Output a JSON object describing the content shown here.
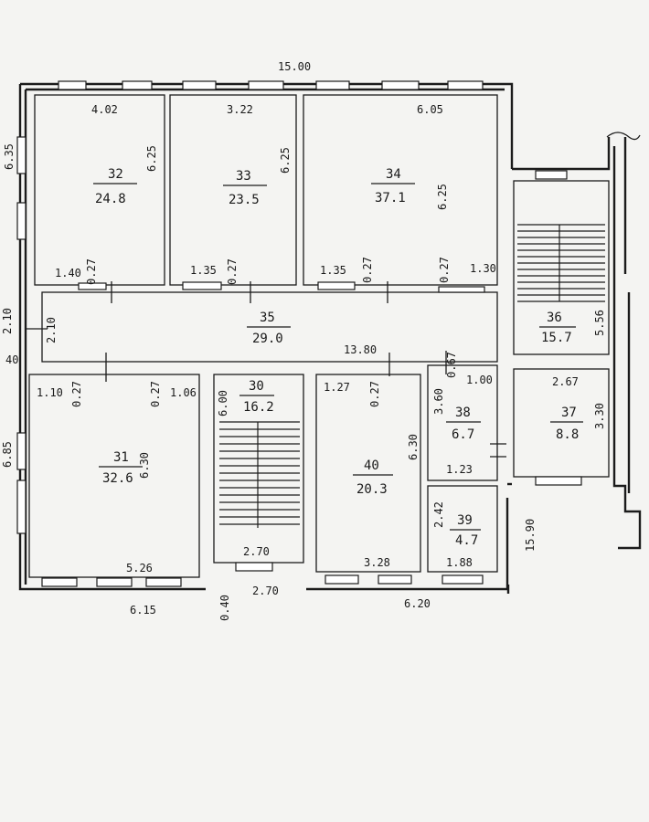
{
  "plan": {
    "overall": {
      "width_top": "15.00",
      "corridor_length": "13.80"
    },
    "rooms": [
      {
        "id": "32",
        "area": "24.8"
      },
      {
        "id": "33",
        "area": "23.5"
      },
      {
        "id": "34",
        "area": "37.1"
      },
      {
        "id": "35",
        "area": "29.0"
      },
      {
        "id": "36",
        "area": "15.7"
      },
      {
        "id": "37",
        "area": "8.8"
      },
      {
        "id": "38",
        "area": "6.7"
      },
      {
        "id": "39",
        "area": "4.7"
      },
      {
        "id": "40",
        "area": "20.3"
      },
      {
        "id": "30",
        "area": "16.2"
      },
      {
        "id": "31",
        "area": "32.6"
      }
    ],
    "dims": {
      "r32_top": "4.02",
      "r32_side": "6.25",
      "r32_bl": "1.40",
      "r32_door": "0.27",
      "r33_top": "3.22",
      "r33_side": "6.25",
      "r33_bl": "1.35",
      "r33_door": "0.27",
      "r34_top": "6.05",
      "r34_side": "6.25",
      "r34_bl": "1.35",
      "r34_door1": "0.27",
      "r34_door2": "0.27",
      "r34_br": "1.30",
      "left_top": "6.35",
      "corr_left": "2.10",
      "corr_left2": "2.10",
      "left_mid": "40",
      "left_bot": "6.85",
      "r31_tl": "1.10",
      "r31_door": "0.27",
      "r31_door2": "0.27",
      "r31_tr": "1.06",
      "r31_side": "6.30",
      "r31_bottom": "5.26",
      "bottom_left": "6.15",
      "r30_side": "6.00",
      "r30_bottom": "2.70",
      "bottom_mid1": "0.40",
      "bottom_mid2": "2.70",
      "r40_tl": "1.27",
      "r40_door": "0.27",
      "r40_side": "6.30",
      "r40_bottom": "3.28",
      "bottom_right": "6.20",
      "r38_side": "3.60",
      "r38_door": "0.67",
      "r38_top": "1.00",
      "r38_bottom": "1.23",
      "r39_side": "2.42",
      "r39_bottom": "1.88",
      "r36_side": "5.56",
      "r37_top": "2.67",
      "r37_side": "3.30",
      "right_side": "15.90"
    }
  }
}
